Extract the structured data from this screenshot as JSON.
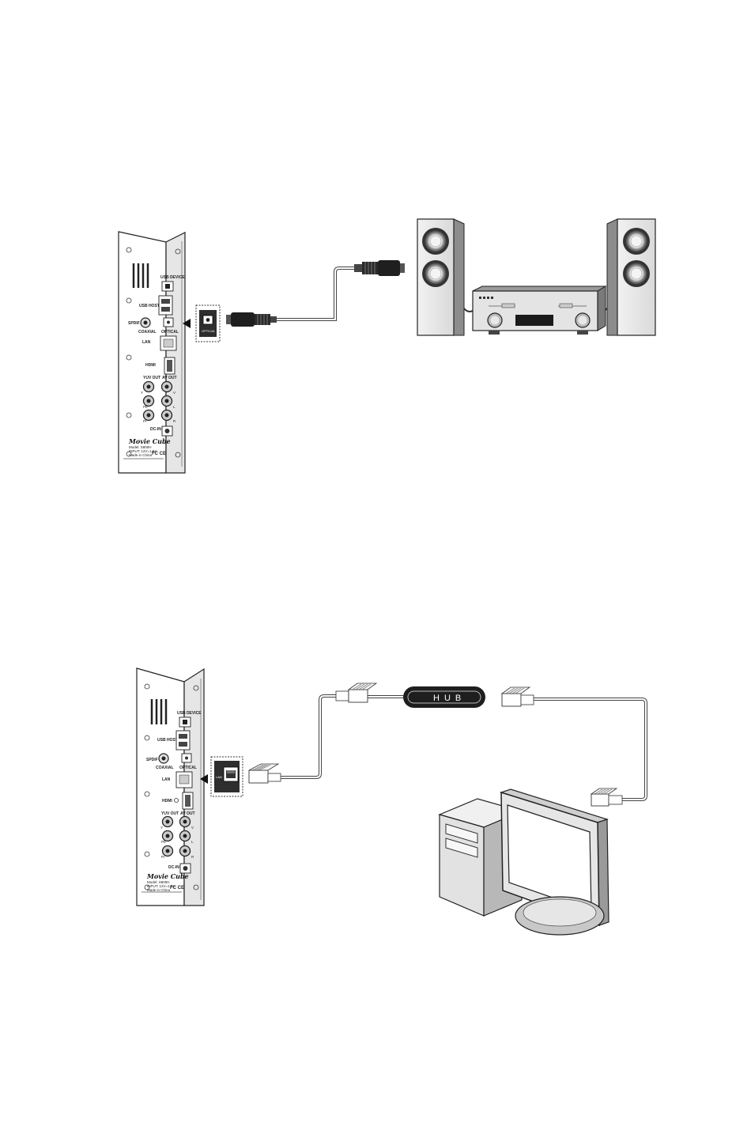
{
  "diagram_top": {
    "device": {
      "labels": {
        "usb_device": "USB DEVICE",
        "usb_host": "USB HOST",
        "spdif": "SPDIF",
        "coaxial": "COAXIAL",
        "optical": "OPTICAL",
        "lan": "LAN",
        "hdmi": "HDMI",
        "yuv_out": "YUV OUT",
        "av_out": "AV OUT",
        "y": "Y",
        "v": "V",
        "pb": "Pb",
        "l": "L",
        "pr": "Pr",
        "r": "R",
        "dc_in": "DC-IN",
        "brand": "Movie Cube",
        "model": "Model: S800H",
        "input": "INPUT: 12V=1.5A",
        "made_in": "Made in China",
        "fc_ce": "FC CE"
      }
    },
    "zoom_port_label": "OPTICAL"
  },
  "diagram_bottom": {
    "device": {
      "labels": {
        "usb_device": "USB DEVICE",
        "usb_host": "USB HOST",
        "spdif": "SPDIF",
        "coaxial": "COAXIAL",
        "optical": "OPTICAL",
        "lan": "LAN",
        "hdmi": "HDMI",
        "yuv_out": "YUV OUT",
        "av_out": "AV OUT",
        "y": "Y",
        "v": "V",
        "pb": "Pb",
        "l": "L",
        "pr": "Pr",
        "r": "R",
        "dc_in": "DC-IN",
        "brand": "Movie Cube",
        "model": "Model: S800H",
        "input": "INPUT: 12V=1.5A",
        "made_in": "Made in China",
        "fc_ce": "FC CE"
      }
    },
    "zoom_port_label": "LAN",
    "hub_label": "HUB"
  }
}
